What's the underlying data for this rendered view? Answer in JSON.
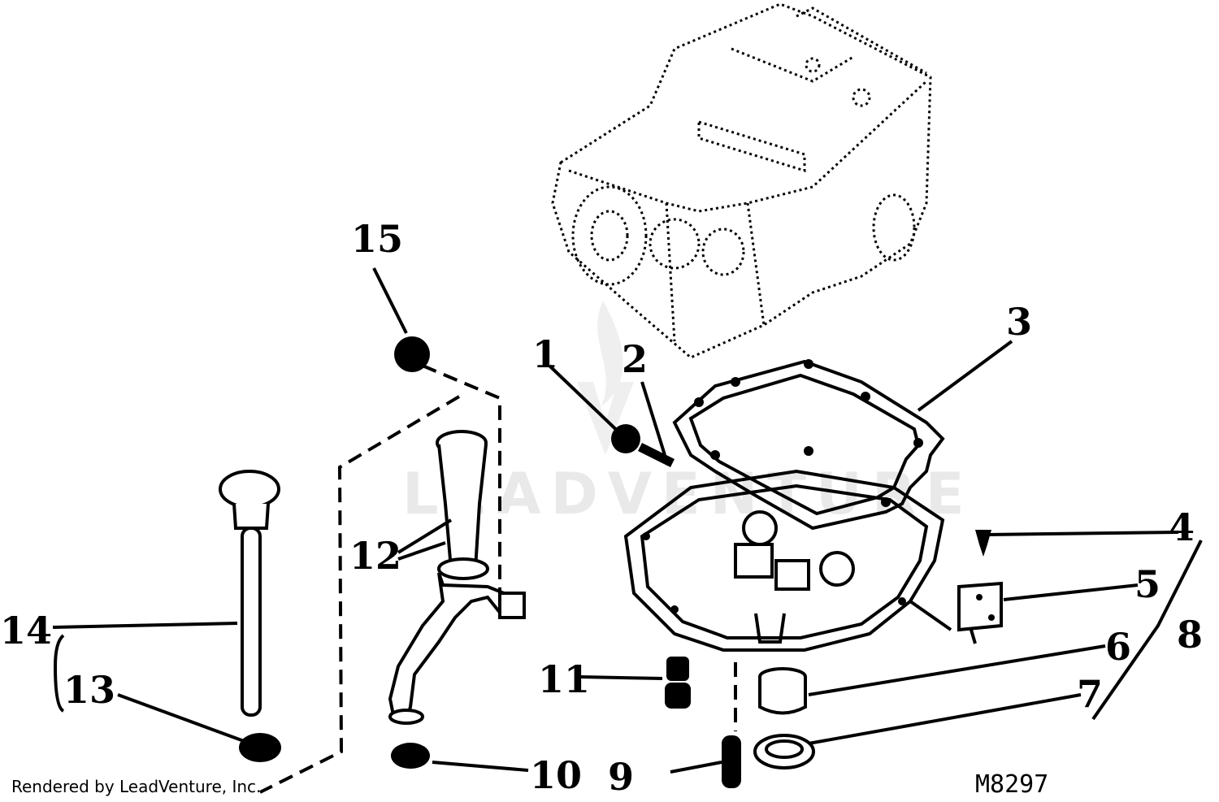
{
  "diagram": {
    "drawing_number": "M8297",
    "credit": "Rendered by LeadVenture, Inc.",
    "watermark": "LEADVENTURE",
    "callouts": [
      "1",
      "2",
      "3",
      "4",
      "5",
      "6",
      "7",
      "8",
      "9",
      "10",
      "11",
      "12",
      "13",
      "14",
      "15"
    ]
  }
}
